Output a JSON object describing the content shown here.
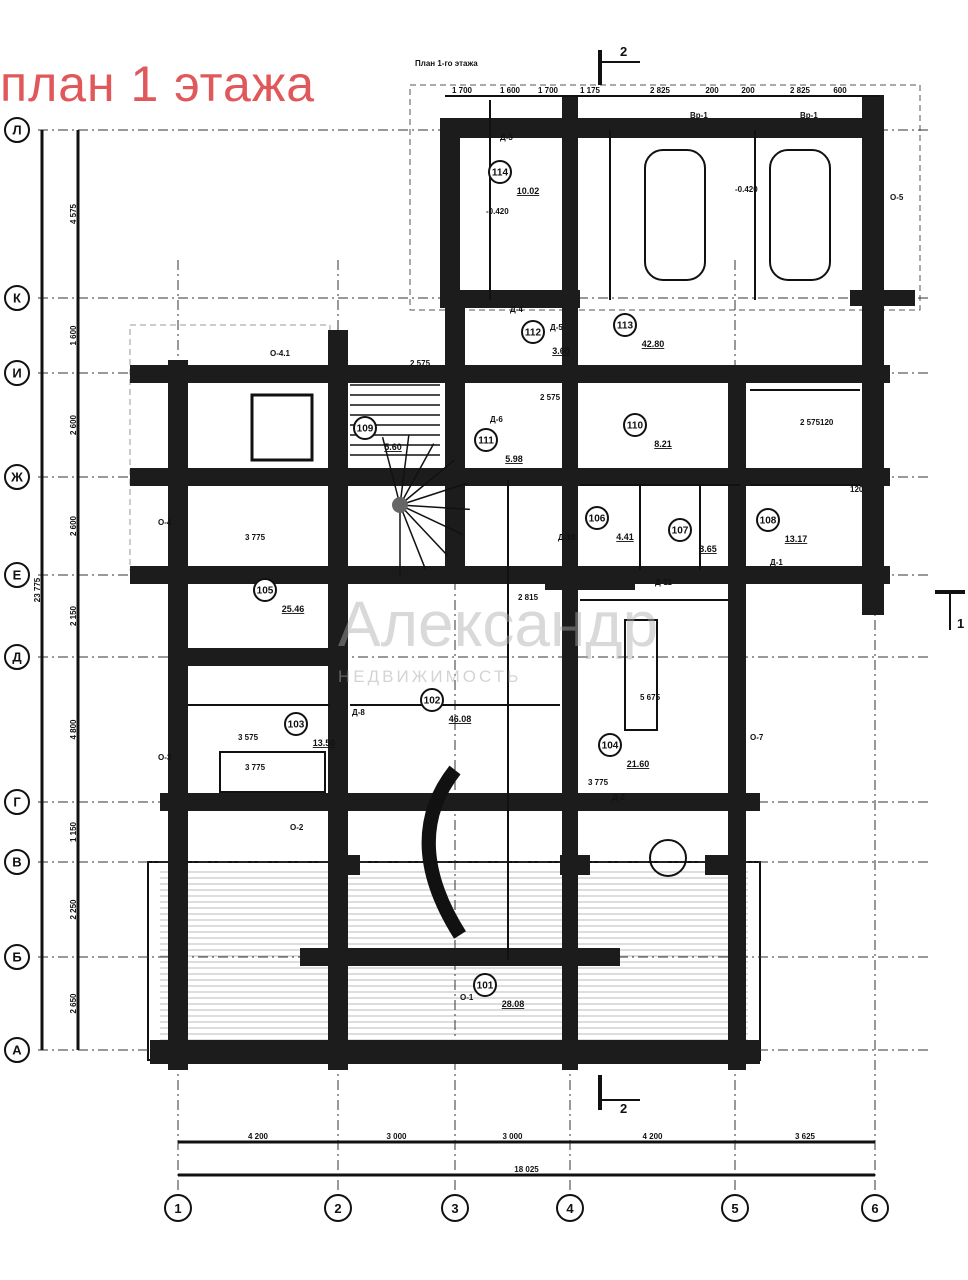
{
  "title": "план 1 этажа",
  "drawing_title": "План 1-го этажа",
  "section_marks": {
    "top": "2",
    "bottom": "2",
    "right": "1"
  },
  "watermark": {
    "main": "Александр",
    "sub": "НЕДВИЖИМОСТЬ"
  },
  "column_axes": [
    "1",
    "2",
    "3",
    "4",
    "5",
    "6"
  ],
  "row_axes": [
    "Л",
    "К",
    "И",
    "Ж",
    "Е",
    "Д",
    "Г",
    "В",
    "Б",
    "А"
  ],
  "bottom_dims": [
    "4 200",
    "3 000",
    "3 000",
    "4 200",
    "3 625"
  ],
  "bottom_total": "18 025",
  "left_dims": [
    "4 575",
    "1 600",
    "2 600",
    "2 600",
    "2 150",
    "4 800",
    "1 150",
    "2 250",
    "2 650"
  ],
  "left_total": "23 775",
  "top_dims": [
    "1 700",
    "1 600",
    "1 700",
    "1 175",
    "2 825",
    "200",
    "200",
    "2 825",
    "600"
  ],
  "rooms": [
    {
      "num": "114",
      "area": "10.02"
    },
    {
      "num": "113",
      "area": "42.80"
    },
    {
      "num": "112",
      "area": "3.60"
    },
    {
      "num": "111",
      "area": "5.98"
    },
    {
      "num": "110",
      "area": "8.21"
    },
    {
      "num": "109",
      "area": "5.60"
    },
    {
      "num": "108",
      "area": "13.17"
    },
    {
      "num": "107",
      "area": "3.65"
    },
    {
      "num": "106",
      "area": "4.41"
    },
    {
      "num": "105",
      "area": "25.46"
    },
    {
      "num": "103",
      "area": "13.50"
    },
    {
      "num": "102",
      "area": "46.08"
    },
    {
      "num": "104",
      "area": "21.60"
    },
    {
      "num": "101",
      "area": "28.08"
    }
  ],
  "labels": [
    "Д-3",
    "Д-4",
    "Д-5",
    "Д-6",
    "Д-10",
    "Д-11",
    "Д-1",
    "Д-2",
    "Д-8",
    "Вр-1",
    "Вр-1",
    "О-4.1",
    "О-4",
    "О-3",
    "О-2",
    "О-1",
    "О-5",
    "О-7",
    "-0.420",
    "-0.420",
    "2 575",
    "2 575",
    "2 575",
    "3 775",
    "3 775",
    "3 775",
    "3 575",
    "5 675",
    "2 815",
    "120",
    "120"
  ]
}
